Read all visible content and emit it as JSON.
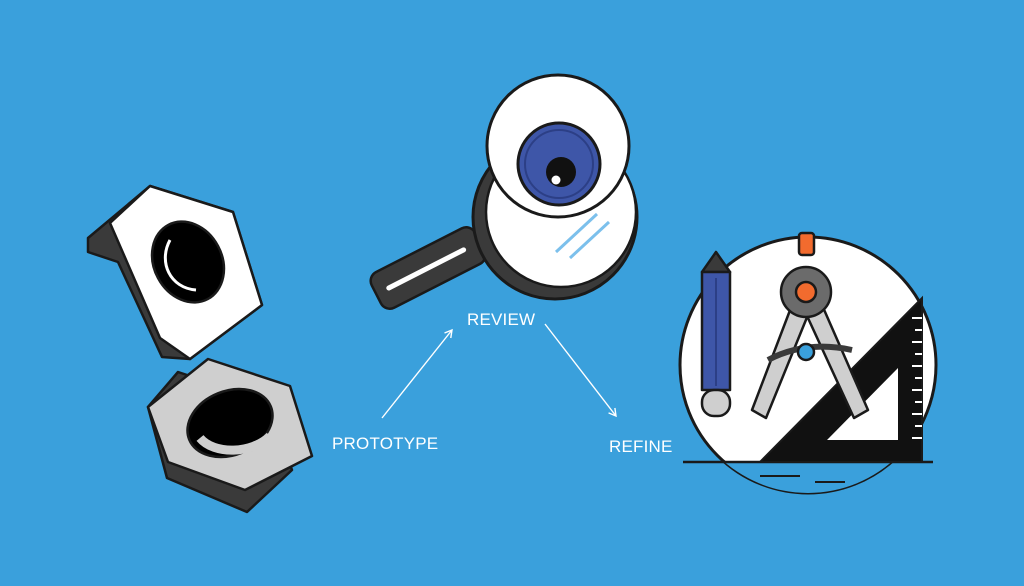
{
  "steps": {
    "prototype": "PROTOTYPE",
    "review": "REVIEW",
    "refine": "REFINE"
  },
  "colors": {
    "background": "#3aa0dc",
    "outline": "#1a1a1a",
    "iris": "#3e56a8",
    "accent_orange": "#f26b2e",
    "nut_light": "#ffffff",
    "nut_grey": "#cfcfcf",
    "nut_dark": "#3a3a3a"
  },
  "icons": [
    "hex-nut-icon",
    "magnifying-glass-icon",
    "eyeball-icon",
    "pencil-icon",
    "drafting-compass-icon",
    "set-square-icon"
  ]
}
